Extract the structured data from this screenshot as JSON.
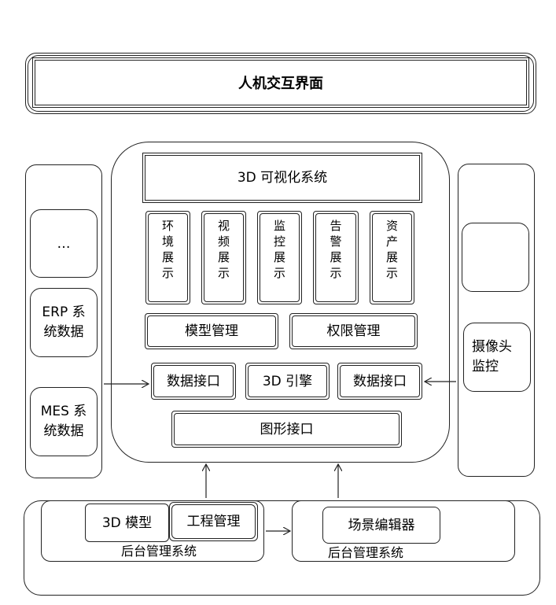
{
  "hmi": {
    "label": "人机交互界面"
  },
  "left_panel": {
    "items": [
      {
        "label": "…"
      },
      {
        "label": "ERP 系统数据"
      },
      {
        "label": "MES 系统数据"
      }
    ]
  },
  "right_panel": {
    "items": [
      {
        "label": ""
      },
      {
        "label": "摄像头监控"
      }
    ]
  },
  "viz": {
    "title": "3D 可视化系统",
    "displays": [
      {
        "label": "环境展示"
      },
      {
        "label": "视频展示"
      },
      {
        "label": "监控展示"
      },
      {
        "label": "告警展示"
      },
      {
        "label": "资产展示"
      }
    ],
    "model_mgmt": "模型管理",
    "perm_mgmt": "权限管理",
    "data_if_left": "数据接口",
    "engine": "3D 引擎",
    "data_if_right": "数据接口",
    "graphics_if": "图形接口"
  },
  "backend": {
    "left": {
      "model": "3D 模型",
      "project": "工程管理",
      "label": "后台管理系统"
    },
    "right": {
      "editor": "场景编辑器",
      "label": "后台管理系统"
    }
  }
}
